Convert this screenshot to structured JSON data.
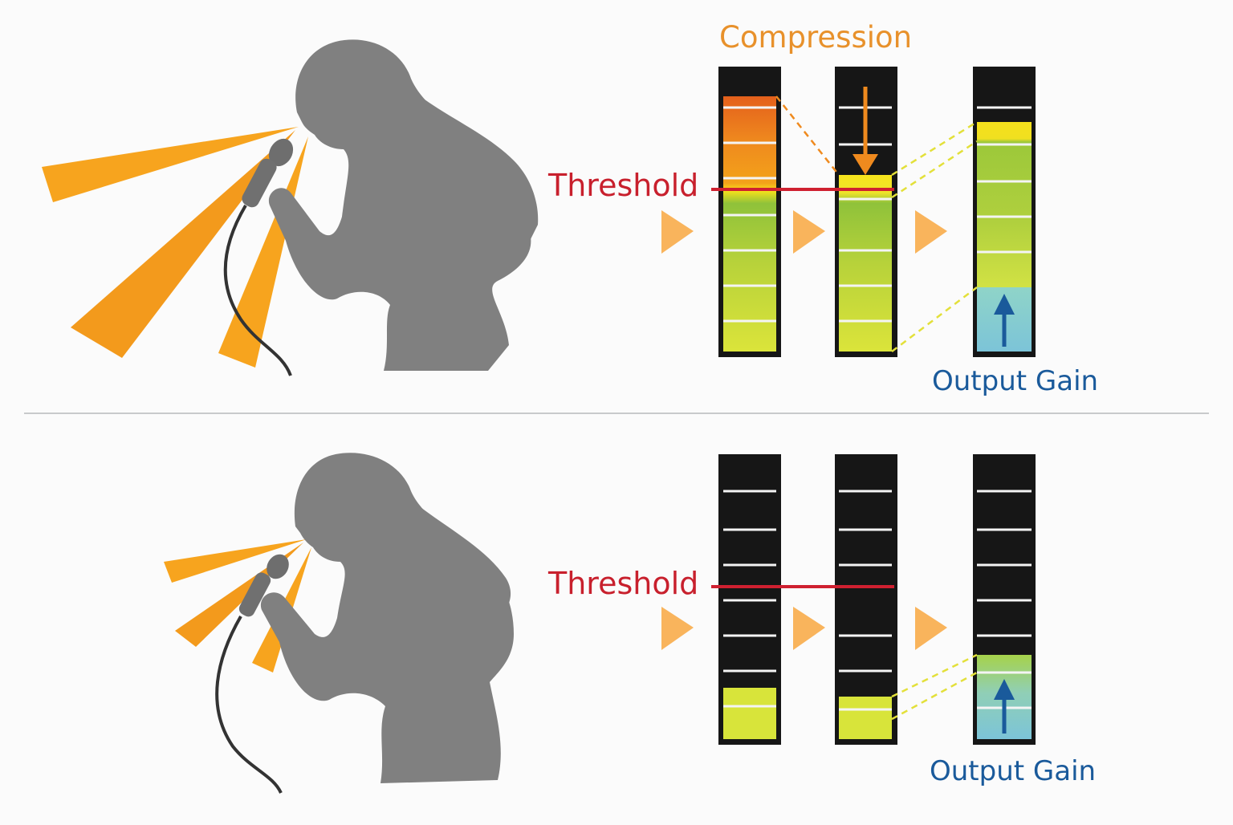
{
  "labels": {
    "compression": "Compression",
    "threshold_top": "Threshold",
    "output_gain_top": "Output Gain",
    "threshold_bottom": "Threshold",
    "output_gain_bottom": "Output Gain"
  },
  "colors": {
    "threshold_line": "#cf2030",
    "compression": "#e8912b",
    "output_gain": "#1a5a9b",
    "gain_fill": "#7fc8d8",
    "loud_red": "#e8641e",
    "meter_yellow_green": "#d8e43a",
    "meter_green": "#9cc83a",
    "beam_orange": "#f5a020",
    "silhouette": "#808080"
  },
  "icons": [
    "singer-silhouette",
    "microphone-icon",
    "sound-wave-beams",
    "flow-arrow-icon",
    "down-arrow-icon",
    "up-arrow-icon"
  ]
}
